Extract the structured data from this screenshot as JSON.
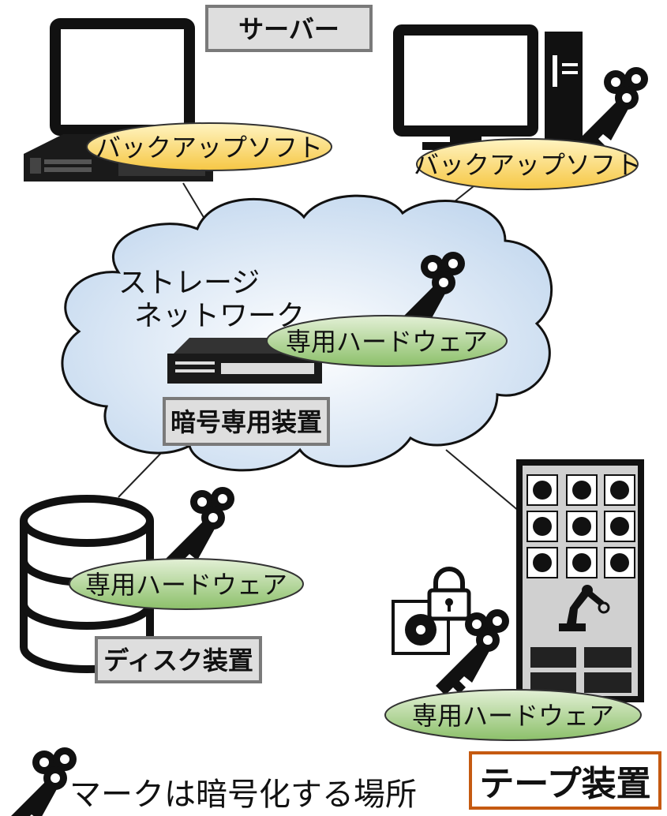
{
  "labels": {
    "server": "サーバー",
    "storage_network_line1": "ストレージ",
    "storage_network_line2": "ネットワーク",
    "encryption_appliance": "暗号専用装置",
    "disk": "ディスク装置",
    "tape": "テープ装置",
    "backup_soft": "バックアップソフト",
    "dedicated_hw": "専用ハードウェア",
    "legend": "マークは暗号化する場所"
  },
  "icons": [
    "monitor-icon",
    "server-rack-icon",
    "desktop-tower-icon",
    "key-icon",
    "network-switch-icon",
    "disk-cylinder-icon",
    "tape-library-icon",
    "robot-arm-icon",
    "tape-cartridge-icon",
    "lock-icon",
    "cloud-shape"
  ],
  "colors": {
    "backup_oval": "#fcd96a",
    "hw_oval": "#a9d18e",
    "cloud": "#dce8f5",
    "tape_border": "#c55a11",
    "label_box": "#dedede"
  }
}
